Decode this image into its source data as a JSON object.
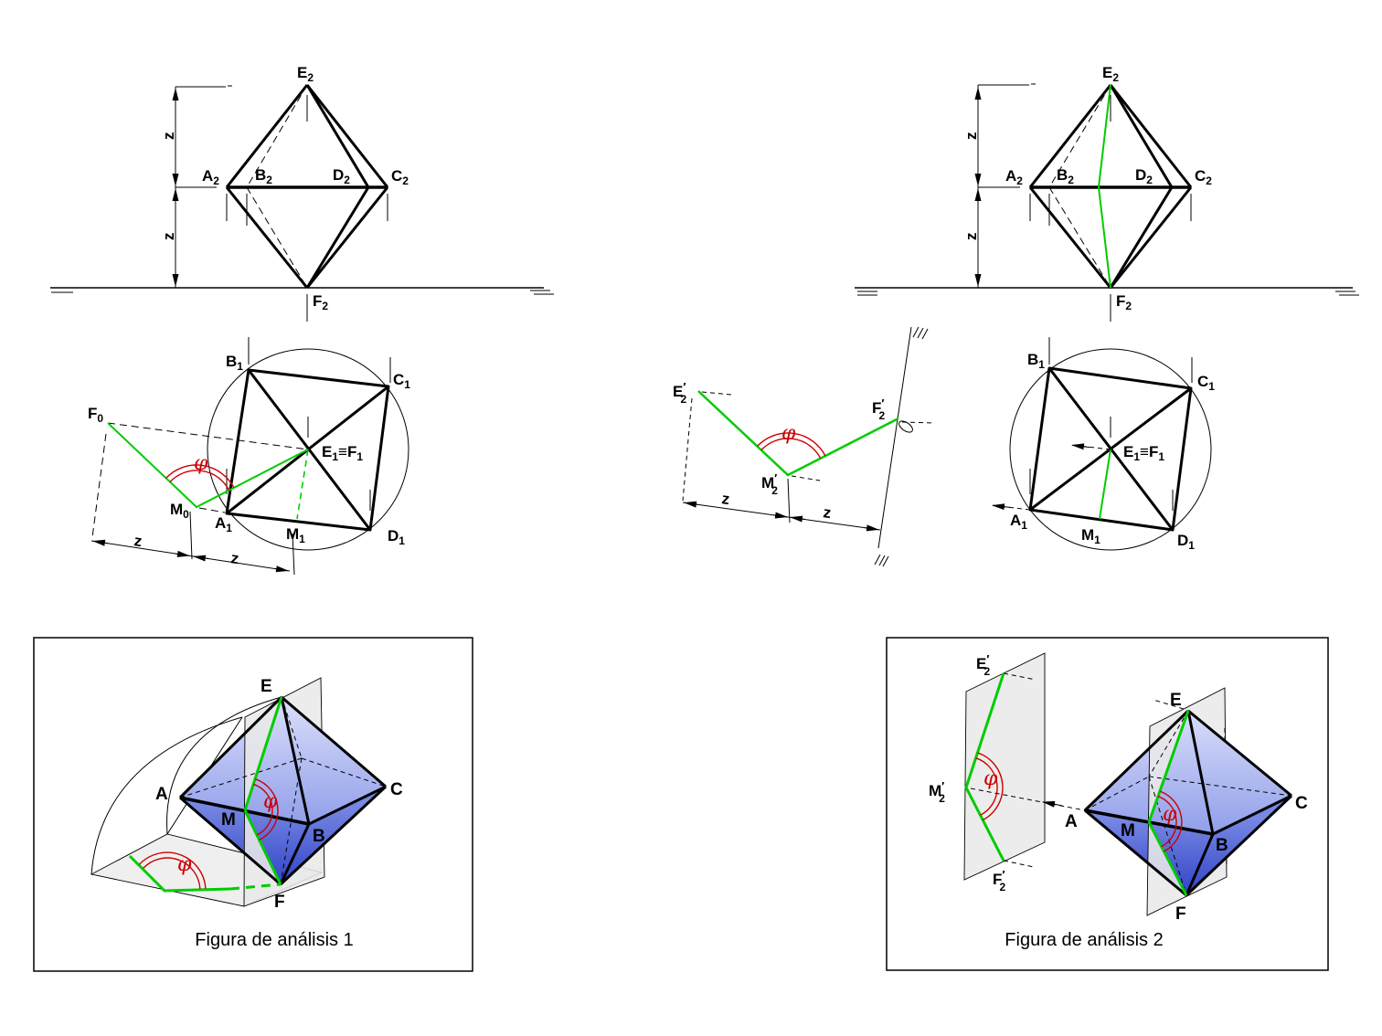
{
  "colors": {
    "accent_green": "#00cc00",
    "accent_red": "#cc0000",
    "octahedron_top": "#dce1fa",
    "octahedron_mid": "#8c9be9",
    "octahedron_deep": "#2c3fc6",
    "plane_gray": "#ececec"
  },
  "glyphs": {
    "A": "A",
    "B": "B",
    "C": "C",
    "D": "D",
    "E": "E",
    "F": "F",
    "M": "M",
    "z": "z",
    "phi": "φ",
    "equiv": "≡",
    "prime": "′",
    "s0": "0",
    "s1": "1",
    "s2": "2"
  },
  "captions": {
    "fig1": "Figura de análisis 1",
    "fig2": "Figura de análisis 2"
  }
}
